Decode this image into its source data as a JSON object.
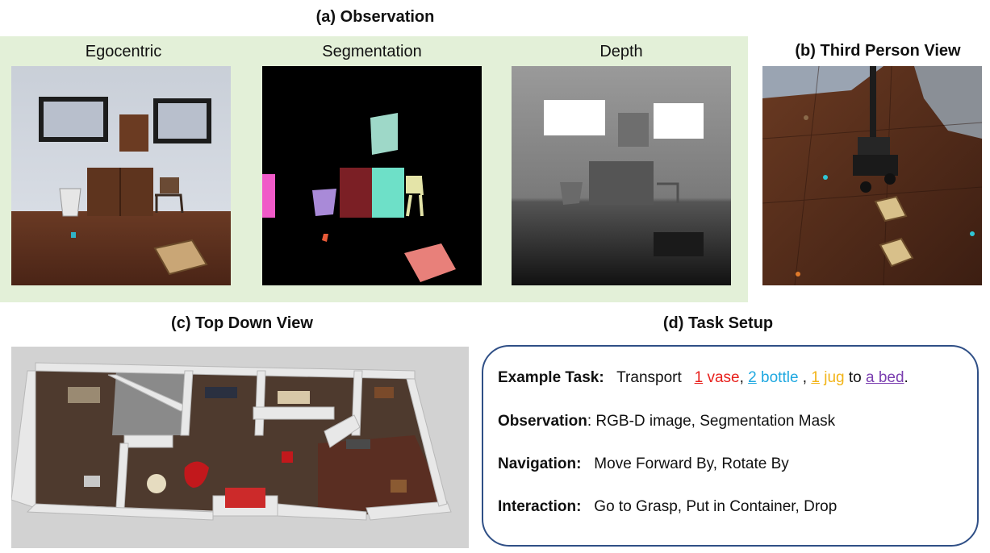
{
  "observation": {
    "title": "(a) Observation",
    "views": [
      {
        "label": "Egocentric"
      },
      {
        "label": "Segmentation"
      },
      {
        "label": "Depth"
      }
    ]
  },
  "third_person": {
    "title": "(b) Third Person View"
  },
  "top_down": {
    "title": "(c) Top Down View"
  },
  "task_setup": {
    "title": "(d) Task Setup",
    "example": {
      "label": "Example Task:",
      "verb": "Transport",
      "n1": "1",
      "obj1": "vase",
      "sep1": ",",
      "n2": "2",
      "obj2": "bottle",
      "sep2": ",",
      "n3": "1",
      "obj3": "jug",
      "to": "to",
      "target": "a bed",
      "end": ".",
      "colors": {
        "vase": "#e8201c",
        "bottle": "#1fa8e0",
        "jug": "#f2b418",
        "bed": "#7b3fb0"
      }
    },
    "observation": {
      "label": "Observation",
      "text": ": RGB-D image, Segmentation Mask"
    },
    "navigation": {
      "label": "Navigation:",
      "text": "Move Forward By,  Rotate By"
    },
    "interaction": {
      "label": "Interaction:",
      "text": "Go to Grasp, Put in Container, Drop"
    }
  }
}
